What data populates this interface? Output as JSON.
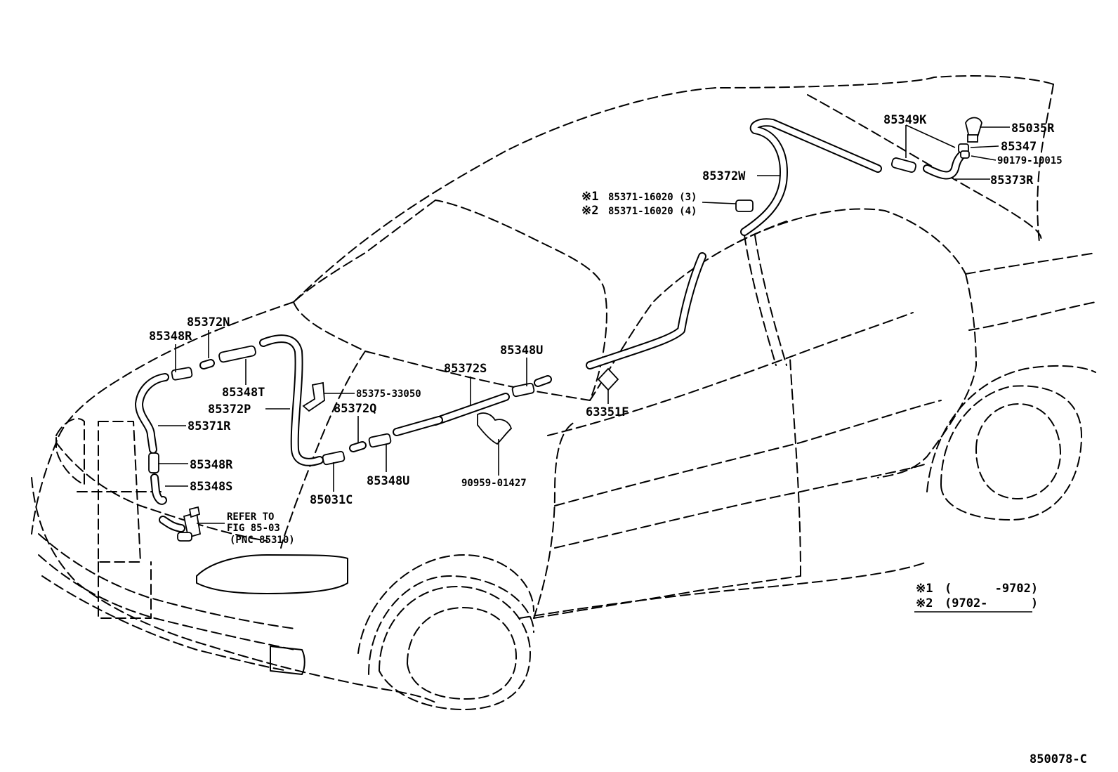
{
  "figure_code": "850078-C",
  "part_labels": {
    "p85035R": "85035R",
    "p85349K": "85349K",
    "p85347": "85347",
    "p90179": "90179-10015",
    "p85373R": "85373R",
    "p85372W": "85372W",
    "p85371_1": "85371-16020 (3)",
    "p85371_2": "85371-16020 (4)",
    "p85372N": "85372N",
    "p85348R_top": "85348R",
    "p85348T": "85348T",
    "p85372P": "85372P",
    "p85371R": "85371R",
    "p85348R_mid": "85348R",
    "p85348S": "85348S",
    "p85375": "85375-33050",
    "p85372Q": "85372Q",
    "p85348U_low": "85348U",
    "p85031C": "85031C",
    "p85372S": "85372S",
    "p85348U_top": "85348U",
    "p90959": "90959-01427",
    "p63351F": "63351F"
  },
  "markers": {
    "m1": "※1",
    "m2": "※2"
  },
  "refer": {
    "line1": "REFER TO",
    "line2": "FIG 85-03",
    "line3": "(PNC 85310)"
  },
  "legend": {
    "row1_mark": "※1",
    "row1_text": "(      -9702)",
    "row2_mark": "※2",
    "row2_text": "(9702-      )"
  },
  "icons": {
    "washer_pump": "washer-pump-icon",
    "nozzle": "washer-nozzle-icon",
    "diamond": "diamond-symbol-icon"
  }
}
